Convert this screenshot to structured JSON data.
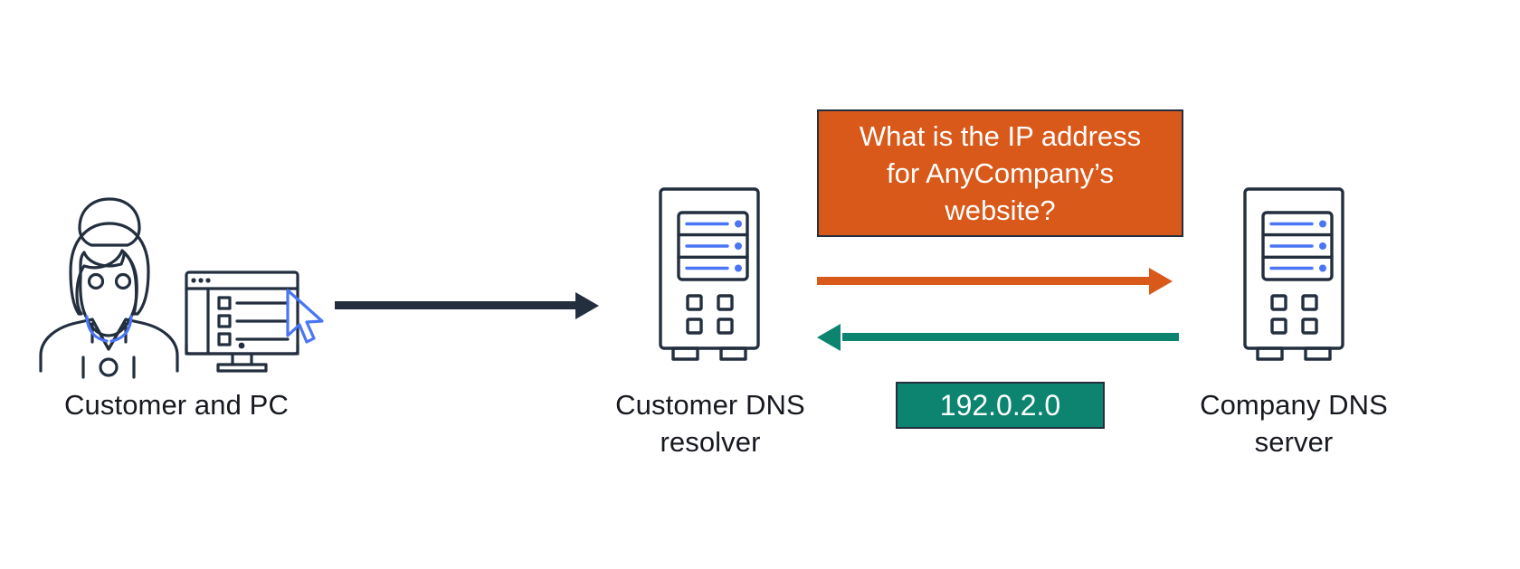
{
  "diagram": {
    "title": "DNS query and response between customer, customer DNS resolver, and company DNS server",
    "colors": {
      "ink": "#232f3e",
      "accent_blue": "#4a76f5",
      "orange": "#d9591a",
      "green": "#0c8470",
      "text": "#16191f",
      "background": "#ffffff"
    }
  },
  "nodes": {
    "customer": {
      "label": "Customer and PC",
      "icon": "person-with-monitor-icon"
    },
    "resolver": {
      "label": "Customer DNS\nresolver",
      "icon": "server-tower-icon"
    },
    "company": {
      "label": "Company DNS\nserver",
      "icon": "server-tower-icon"
    }
  },
  "callouts": {
    "question": {
      "text": "What is the IP address\nfor AnyCompany’s\nwebsite?",
      "fill": "#d9591a",
      "border": "#232f3e",
      "text_color": "#ffffff"
    },
    "answer": {
      "text": "192.0.2.0",
      "fill": "#0c8470",
      "border": "#232f3e",
      "text_color": "#ffffff"
    }
  },
  "arrows": {
    "customer_to_resolver": {
      "name": "query-from-customer-arrow",
      "color": "#232f3e",
      "direction": "right"
    },
    "resolver_to_company": {
      "name": "dns-query-arrow",
      "color": "#d9591a",
      "direction": "right"
    },
    "company_to_resolver": {
      "name": "dns-response-arrow",
      "color": "#0c8470",
      "direction": "left"
    }
  }
}
